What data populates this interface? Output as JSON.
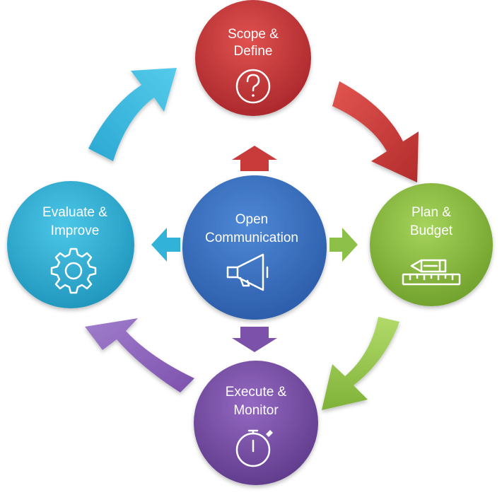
{
  "diagram": {
    "center": {
      "line1": "Open",
      "line2": "Communication",
      "icon": "megaphone-icon",
      "color": "#3b73c8"
    },
    "nodes": {
      "top": {
        "line1": "Scope &",
        "line2": "Define",
        "icon": "question-icon",
        "color": "#c8383b"
      },
      "right": {
        "line1": "Plan &",
        "line2": "Budget",
        "icon": "pencil-ruler-icon",
        "color": "#8cbf3f"
      },
      "bottom": {
        "line1": "Execute &",
        "line2": "Monitor",
        "icon": "stopwatch-icon",
        "color": "#7a4fa6"
      },
      "left": {
        "line1": "Evaluate &",
        "line2": "Improve",
        "icon": "gear-icon",
        "color": "#2fb0d6"
      }
    },
    "cycle_arrow_colors": {
      "top_to_right": "#d64a45",
      "right_to_bottom": "#9ccc4a",
      "bottom_to_left": "#8b63b8",
      "left_to_top": "#35bde0"
    }
  }
}
